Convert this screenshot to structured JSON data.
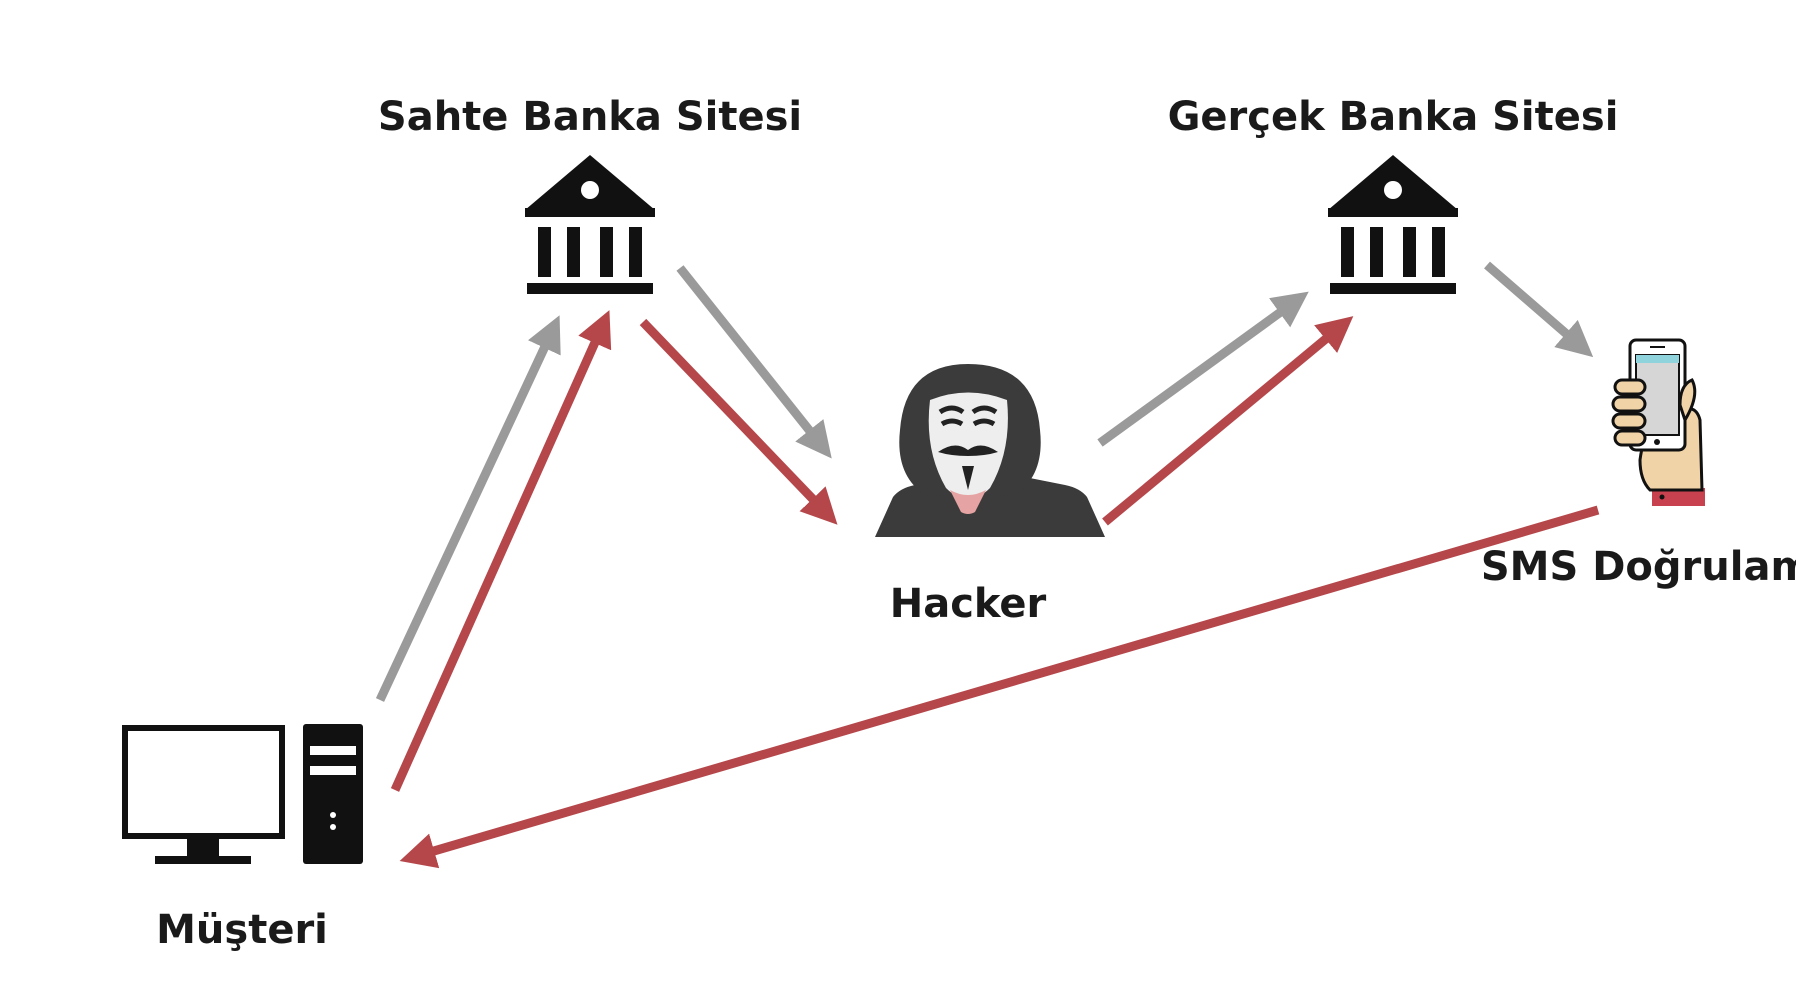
{
  "nodes": {
    "fake_bank": {
      "label": "Sahte Banka Sitesi",
      "icon": "bank-icon"
    },
    "real_bank": {
      "label": "Gerçek Banka Sitesi",
      "icon": "bank-icon"
    },
    "hacker": {
      "label": "Hacker",
      "icon": "anonymous-hacker-icon"
    },
    "sms": {
      "label": "SMS Doğrulama",
      "icon": "hand-holding-phone-icon"
    },
    "customer": {
      "label": "Müşteri",
      "icon": "desktop-computer-icon"
    }
  },
  "colors": {
    "gray_arrow": "#9a9a9a",
    "red_arrow": "#b5474b",
    "icon_black": "#111111",
    "hood": "#3b3b3b"
  }
}
